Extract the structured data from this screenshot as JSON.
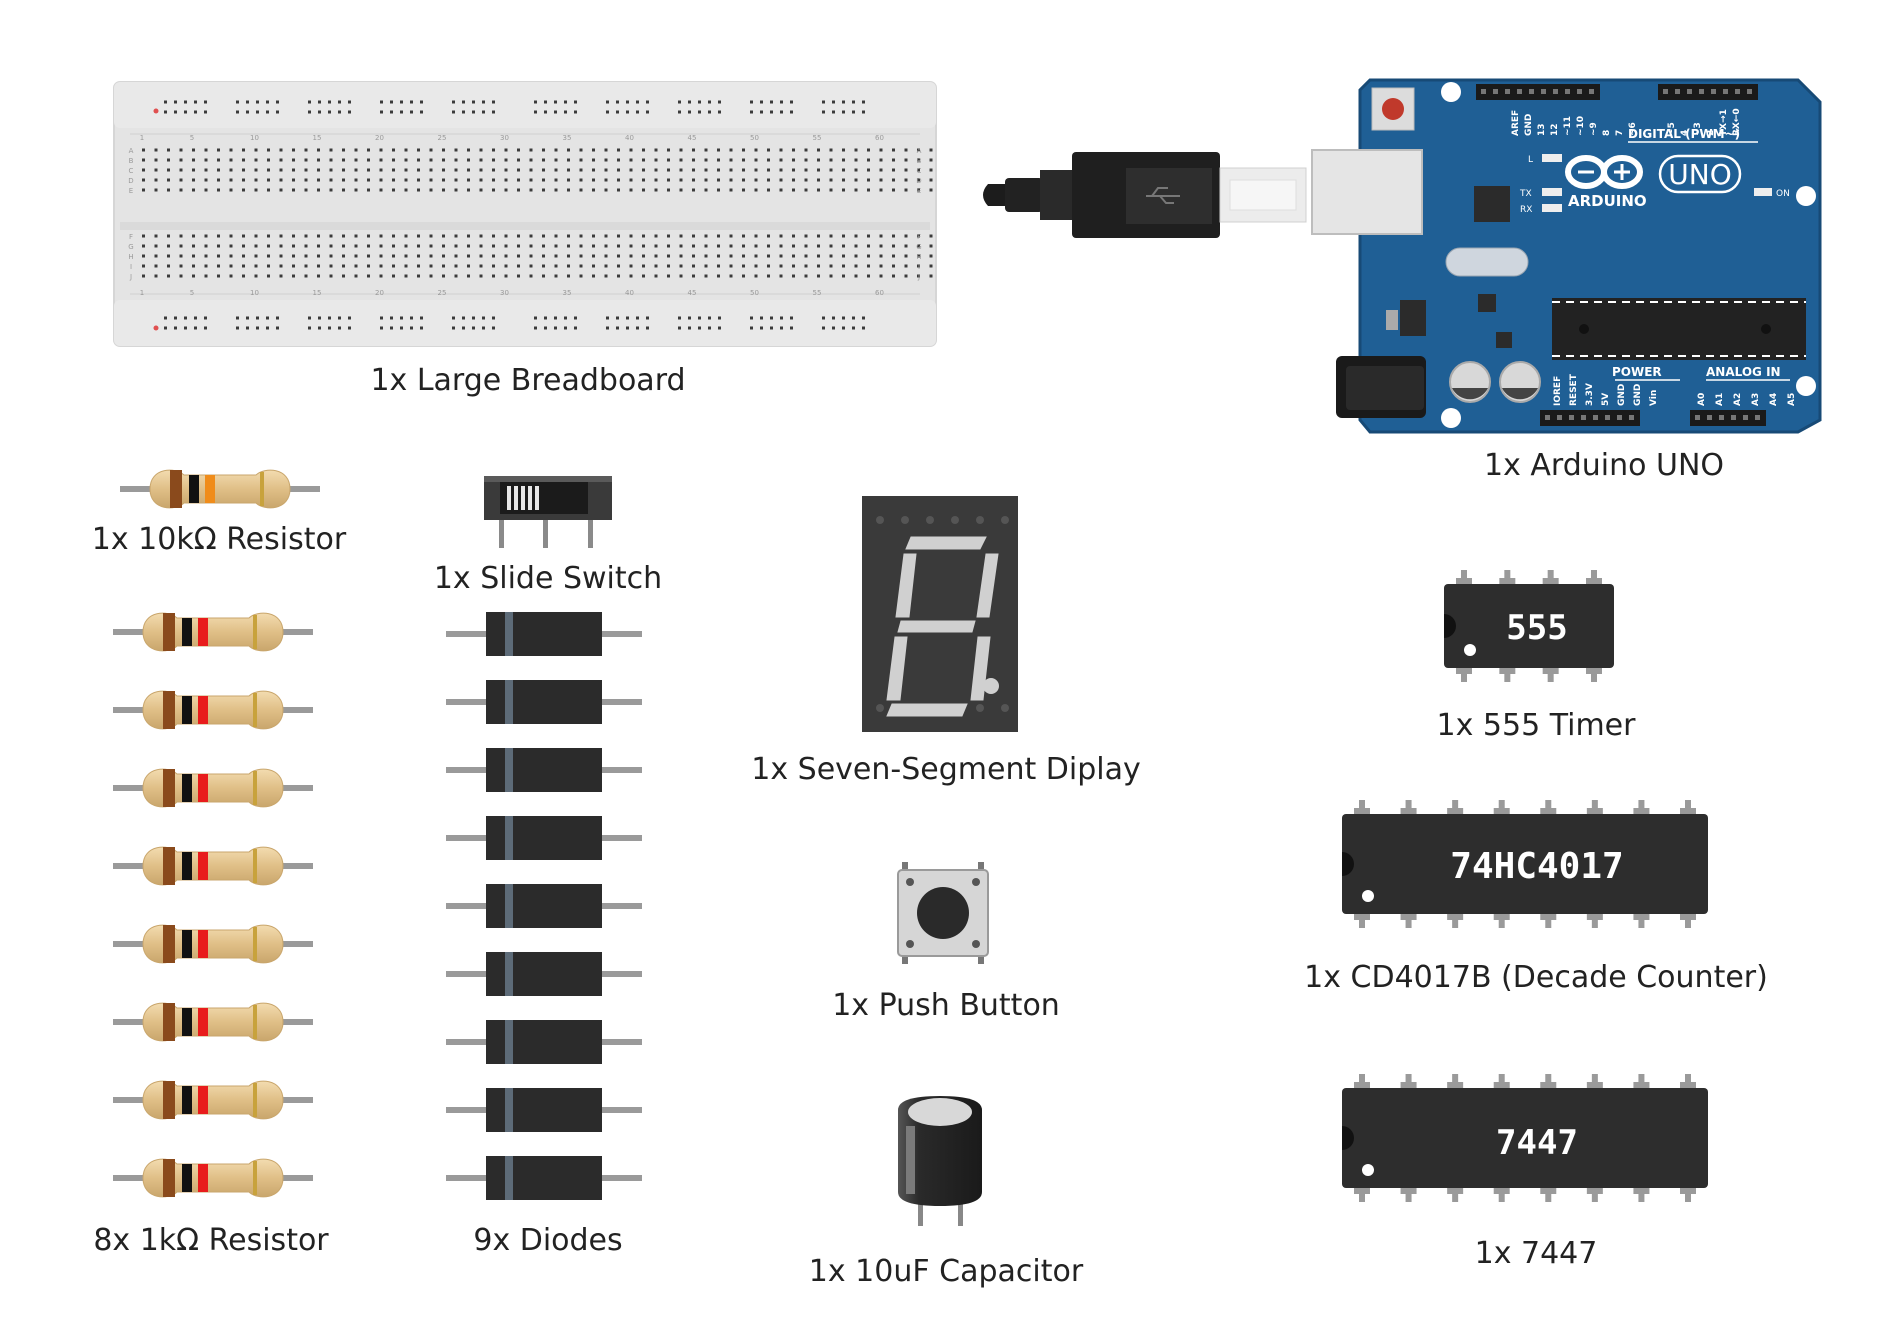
{
  "labels": {
    "breadboard": "1x Large Breadboard",
    "arduino": "1x Arduino UNO",
    "resistor_10k": "1x 10kΩ Resistor",
    "slide_switch": "1x Slide Switch",
    "seven_segment": "1x Seven-Segment Diplay",
    "timer_555": "1x 555 Timer",
    "decade_counter": "1x CD4017B (Decade Counter)",
    "resistors_1k": "8x 1kΩ Resistor",
    "diodes": "9x Diodes",
    "push_button": "1x Push Button",
    "capacitor": "1x 10uF Capacitor",
    "ic_7447": "1x 7447"
  },
  "chips": {
    "timer_555": "555",
    "decade_counter": "74HC4017",
    "ic_7447": "7447"
  },
  "arduino_board": {
    "brand": "ARDUINO",
    "model": "UNO",
    "digital_header": "DIGITAL (PWM~)",
    "power_header": "POWER",
    "analog_header": "ANALOG IN",
    "pins_top": [
      "AREF",
      "GND",
      "13",
      "12",
      "~11",
      "~10",
      "~9",
      "8",
      "7",
      "~6",
      "~5",
      "4",
      "~3",
      "2",
      "TX→1",
      "RX←0"
    ],
    "pins_power": [
      "IOREF",
      "RESET",
      "3.3V",
      "5V",
      "GND",
      "GND",
      "Vin"
    ],
    "pins_analog": [
      "A0",
      "A1",
      "A2",
      "A3",
      "A4",
      "A5"
    ],
    "leds": [
      "L",
      "TX",
      "RX",
      "ON"
    ]
  },
  "breadboard_numbers": [
    "1",
    "5",
    "10",
    "15",
    "20",
    "25",
    "30",
    "35",
    "40",
    "45",
    "50",
    "55",
    "60"
  ],
  "breadboard_rows_top": [
    "A",
    "B",
    "C",
    "D",
    "E"
  ],
  "breadboard_rows_bottom": [
    "F",
    "G",
    "H",
    "I",
    "J"
  ],
  "colors": {
    "arduino_blue": "#1f5f95",
    "breadboard": "#e4e4e4",
    "chip_body": "#2d2d2d",
    "resistor_body": "#e2c48f",
    "band_brown": "#8a4a1c",
    "band_black": "#111111",
    "band_orange": "#f08c1a",
    "band_red": "#e81c1c",
    "band_gold": "#c8a23c"
  },
  "resistor_10k_bands": [
    "brown",
    "black",
    "orange",
    "gold"
  ],
  "resistor_1k_bands": [
    "brown",
    "black",
    "red",
    "gold"
  ],
  "counts": {
    "resistors_1k": 8,
    "diodes": 9
  }
}
